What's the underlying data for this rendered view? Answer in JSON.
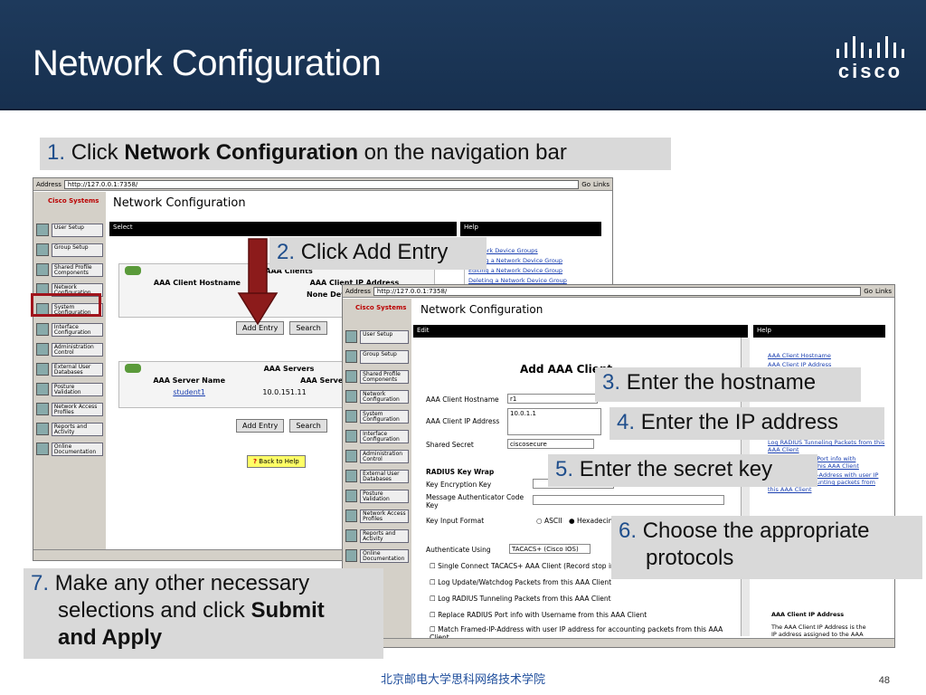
{
  "slide": {
    "title": "Network Configuration",
    "logo_text": "cisco",
    "footer": "北京邮电大学思科网络技术学院",
    "page_number": "48"
  },
  "callouts": {
    "c1": {
      "num": "1.",
      "pre": "Click ",
      "bold": "Network Configuration",
      "post": " on the navigation bar"
    },
    "c2": {
      "num": "2.",
      "text": "Click Add Entry"
    },
    "c3": {
      "num": "3.",
      "text": "Enter the hostname"
    },
    "c4": {
      "num": "4.",
      "text": "Enter the IP address"
    },
    "c5": {
      "num": "5.",
      "text": "Enter the secret key"
    },
    "c6": {
      "num": "6.",
      "line1": "Choose the appropriate",
      "line2": "protocols"
    },
    "c7": {
      "num": "7.",
      "line1": "Make any other necessary",
      "line2_pre": "selections and click ",
      "line2_bold": "Submit",
      "line3": "and Apply"
    }
  },
  "browser1": {
    "address_label": "Address",
    "url": "http://127.0.0.1:7358/",
    "go": "Go",
    "links": "Links",
    "brand": "Cisco Systems",
    "page_title": "Network Configuration",
    "section": "Select",
    "help": "Help",
    "nav": [
      "User Setup",
      "Group Setup",
      "Shared Profile Components",
      "Network Configuration",
      "System Configuration",
      "Interface Configuration",
      "Administration Control",
      "External User Databases",
      "Posture Validation",
      "Network Access Profiles",
      "Reports and Activity",
      "Online Documentation"
    ],
    "clients_header": "AAA Clients",
    "clients_cols": [
      "AAA Client Hostname",
      "AAA Client IP Address"
    ],
    "clients_empty": "None Defined",
    "add_entry": "Add Entry",
    "search": "Search",
    "servers_header": "AAA Servers",
    "servers_cols": [
      "AAA Server Name",
      "AAA Server IP Address"
    ],
    "server_name": "student1",
    "server_ip": "10.0.151.11",
    "back_to_help": "Back to Help",
    "help_links": [
      "Network Device Groups",
      "Adding a Network Device Group",
      "Editing a Network Device Group",
      "Deleting a Network Device Group"
    ]
  },
  "browser2": {
    "address_label": "Address",
    "url": "http://127.0.0.1:7358/",
    "go": "Go",
    "links": "Links",
    "brand": "Cisco Systems",
    "page_title": "Network Configuration",
    "section": "Edit",
    "help": "Help",
    "nav": [
      "User Setup",
      "Group Setup",
      "Shared Profile Components",
      "Network Configuration",
      "System Configuration",
      "Interface Configuration",
      "Administration Control",
      "External User Databases",
      "Posture Validation",
      "Network Access Profiles",
      "Reports and Activity",
      "Online Documentation"
    ],
    "form_title": "Add AAA Client",
    "hostname_label": "AAA Client Hostname",
    "hostname_value": "r1",
    "ip_label": "AAA Client IP Address",
    "ip_value": "10.0.1.1",
    "secret_label": "Shared Secret",
    "secret_value": "ciscosecure",
    "radius_label": "RADIUS Key Wrap",
    "enc_label": "Key Encryption Key",
    "mac_label": "Message Authenticator Code Key",
    "input_label": "Key Input Format",
    "ascii": "ASCII",
    "hex": "Hexadecimal",
    "auth_label": "Authenticate Using",
    "auth_value": "TACACS+ (Cisco IOS)",
    "checkboxes": [
      "Single Connect TACACS+ AAA Client (Record stop in accounting on failure)",
      "Log Update/Watchdog Packets from this AAA Client",
      "Log RADIUS Tunneling Packets from this AAA Client",
      "Replace RADIUS Port info with Username from this AAA Client",
      "Match Framed-IP-Address with user IP address for accounting packets from this AAA Client"
    ],
    "help_links": [
      "AAA Client Hostname",
      "AAA Client IP Address"
    ],
    "help_links2": [
      "Log RADIUS Tunneling Packets from this AAA Client",
      "Replace RADIUS Port info with Username from this AAA Client",
      "Match Framed-IP-Address with user IP address for accounting packets from this AAA Client"
    ],
    "help_heading": "AAA Client IP Address",
    "help_body": "The AAA Client IP Address is the IP address assigned to the AAA client."
  }
}
